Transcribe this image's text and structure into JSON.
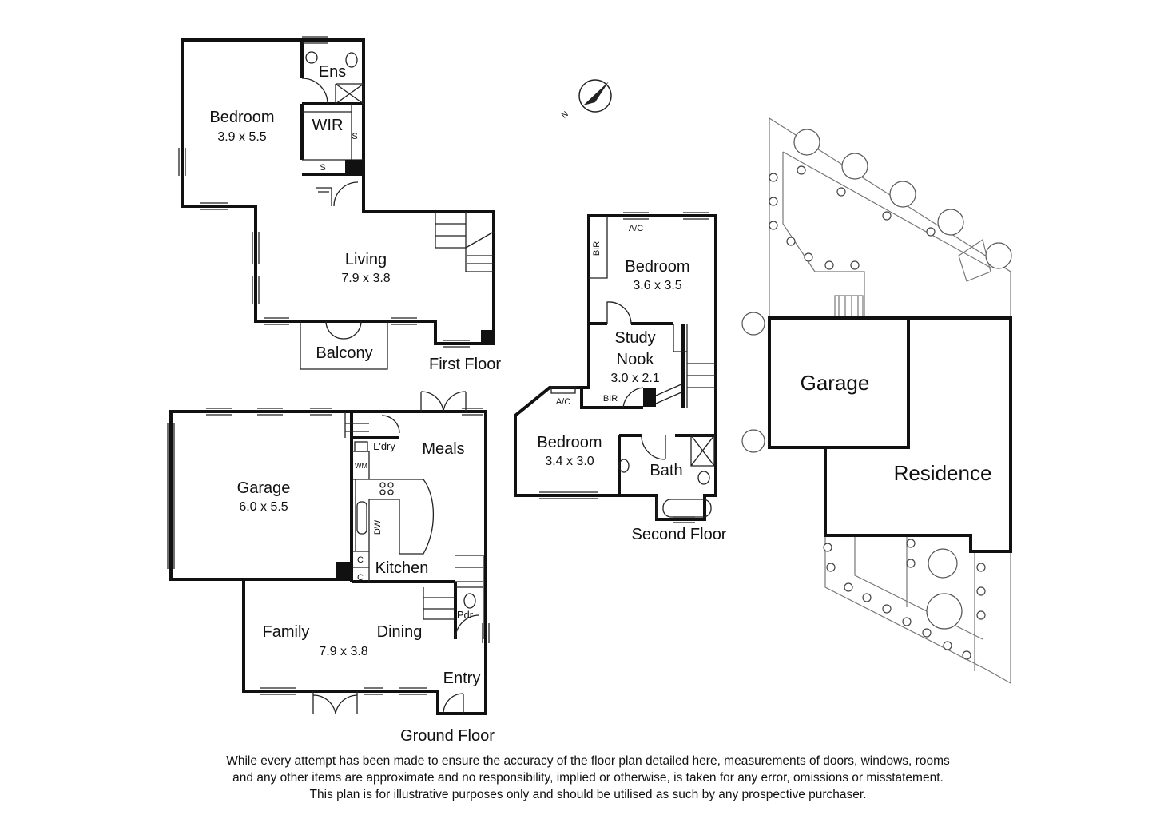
{
  "first_floor": {
    "title": "First Floor",
    "rooms": {
      "bedroom": {
        "name": "Bedroom",
        "size": "3.9 x 5.5"
      },
      "ens": {
        "name": "Ens"
      },
      "wir": {
        "name": "WIR"
      },
      "s1": {
        "name": "S"
      },
      "s2": {
        "name": "S"
      },
      "living": {
        "name": "Living",
        "size": "7.9 x 3.8"
      },
      "balcony": {
        "name": "Balcony"
      }
    }
  },
  "second_floor": {
    "title": "Second Floor",
    "rooms": {
      "bedroom1": {
        "name": "Bedroom",
        "size": "3.6 x 3.5"
      },
      "bir1": {
        "name": "BIR"
      },
      "ac1": {
        "name": "A/C"
      },
      "study": {
        "name_line1": "Study",
        "name_line2": "Nook",
        "size": "3.0 x 2.1"
      },
      "bir2": {
        "name": "BIR"
      },
      "ac2": {
        "name": "A/C"
      },
      "bedroom2": {
        "name": "Bedroom",
        "size": "3.4 x 3.0"
      },
      "bath": {
        "name": "Bath"
      }
    }
  },
  "ground_floor": {
    "title": "Ground Floor",
    "rooms": {
      "garage": {
        "name": "Garage",
        "size": "6.0 x 5.5"
      },
      "ldry": {
        "name": "L'dry"
      },
      "wm": {
        "name": "WM"
      },
      "meals": {
        "name": "Meals"
      },
      "dw": {
        "name": "DW"
      },
      "c1": {
        "name": "C"
      },
      "c2": {
        "name": "C"
      },
      "kitchen": {
        "name": "Kitchen"
      },
      "family": {
        "name": "Family",
        "size": "7.9 x 3.8"
      },
      "dining": {
        "name": "Dining"
      },
      "pdr": {
        "name": "Pdr"
      },
      "entry": {
        "name": "Entry"
      }
    }
  },
  "site_plan": {
    "garage": "Garage",
    "residence": "Residence"
  },
  "compass": {
    "label": "N"
  },
  "disclaimer": {
    "line1": "While every attempt has been made to ensure the accuracy of the floor plan detailed here, measurements of doors, windows, rooms",
    "line2": "and any other items are approximate and no responsibility, implied or otherwise, is taken for any error, omissions or misstatement.",
    "line3": "This plan is for illustrative purposes only and should be utilised as such by any prospective purchaser."
  }
}
